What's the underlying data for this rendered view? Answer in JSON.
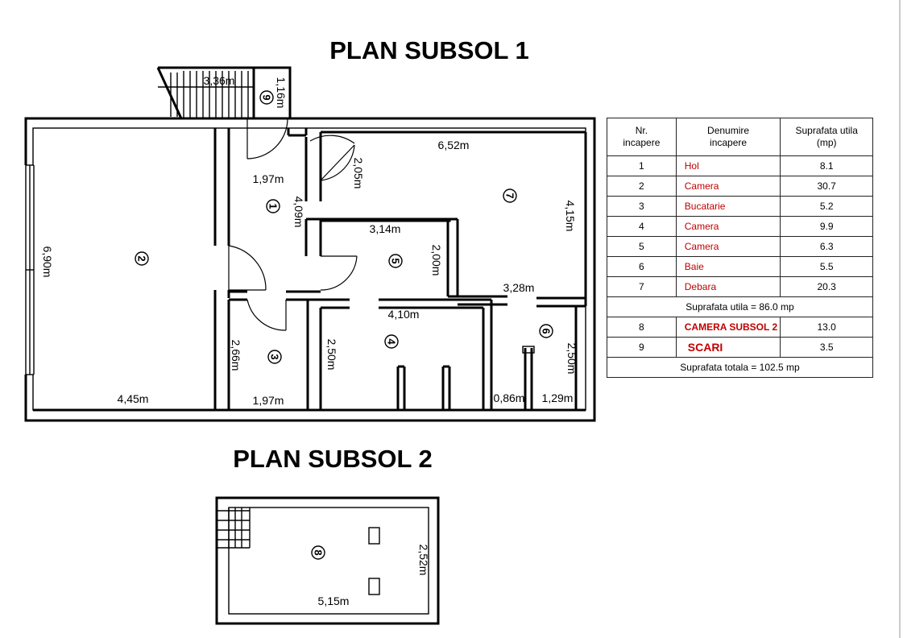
{
  "titles": {
    "plan1": "PLAN SUBSOL 1",
    "plan2": "PLAN SUBSOL 2"
  },
  "dimensions": {
    "stair_width": "3,36m",
    "stair_depth": "1,16m",
    "room2_width": "4,45m",
    "room2_height": "6,90m",
    "hall_width": "1,97m",
    "hall_height": "4,09m",
    "door_height": "2,05m",
    "room7_width": "6,52m",
    "room7_height": "4,15m",
    "room5_width": "3,14m",
    "room5_height": "2,00m",
    "room7_lower_width": "3,28m",
    "room4_width": "4,10m",
    "room4_height": "2,50m",
    "room3_height": "2,66m",
    "room3_width": "1,97m",
    "room6_height": "2,50m",
    "room6_width_a": "0,86m",
    "room6_width_b": "1,29m",
    "room8_width": "5,15m",
    "room8_height": "2,52m"
  },
  "room_markers": [
    "1",
    "2",
    "3",
    "4",
    "5",
    "6",
    "7",
    "8",
    "9"
  ],
  "table": {
    "headers": {
      "nr": [
        "Nr.",
        "incapere"
      ],
      "name": [
        "Denumire",
        "incapere"
      ],
      "area": [
        "Suprafata utila",
        "(mp)"
      ]
    },
    "rows": [
      {
        "nr": "1",
        "name": "Hol",
        "area": "8.1"
      },
      {
        "nr": "2",
        "name": "Camera",
        "area": "30.7"
      },
      {
        "nr": "3",
        "name": "Bucatarie",
        "area": "5.2"
      },
      {
        "nr": "4",
        "name": "Camera",
        "area": "9.9"
      },
      {
        "nr": "5",
        "name": "Camera",
        "area": "6.3"
      },
      {
        "nr": "6",
        "name": "Baie",
        "area": "5.5"
      },
      {
        "nr": "7",
        "name": "Debara",
        "area": "20.3"
      }
    ],
    "subtotal": "Suprafata utila = 86.0 mp",
    "extra_rows": [
      {
        "nr": "8",
        "name": "CAMERA SUBSOL 2",
        "area": "13.0"
      },
      {
        "nr": "9",
        "name": "SCARI",
        "area": "3.5"
      }
    ],
    "total": "Suprafata totala = 102.5 mp"
  },
  "colors": {
    "room_name": "#c00000",
    "line": "#000000"
  }
}
